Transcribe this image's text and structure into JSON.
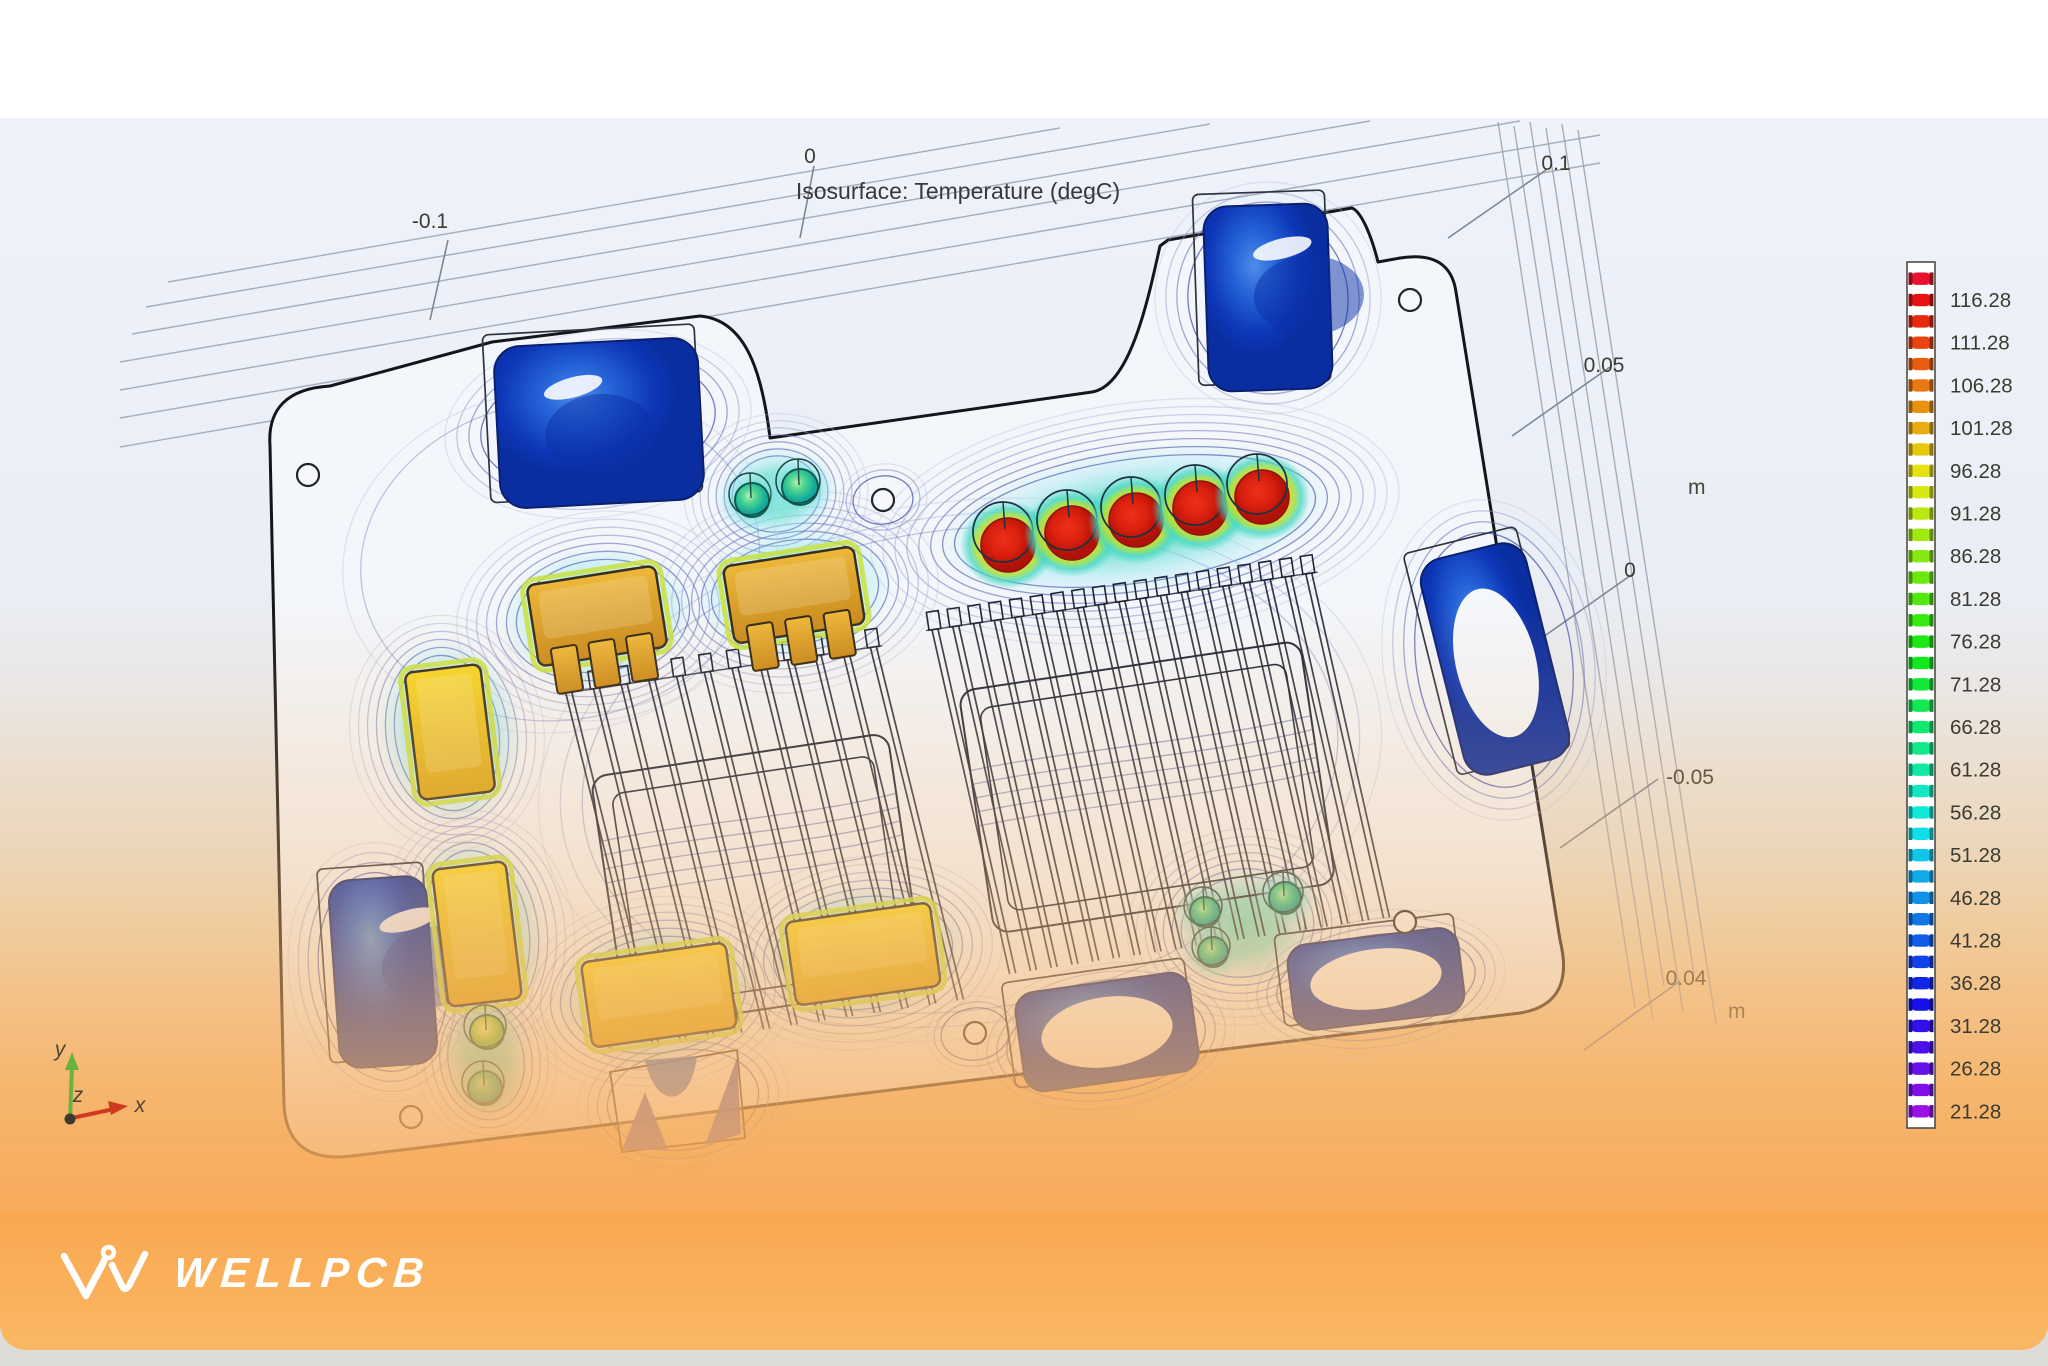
{
  "title": {
    "text": "Isosurface: Temperature (degC)"
  },
  "axes": {
    "top_ticks": [
      "-0.1",
      "0",
      "0.1"
    ],
    "right_ticks": [
      "0.05",
      "0",
      "-0.05"
    ],
    "z_ticks": [
      "0.04"
    ],
    "unit_labels": [
      "m",
      "m"
    ]
  },
  "legend": {
    "labels": [
      "116.28",
      "111.28",
      "106.28",
      "101.28",
      "96.28",
      "91.28",
      "86.28",
      "81.28",
      "76.28",
      "71.28",
      "66.28",
      "61.28",
      "56.28",
      "51.28",
      "46.28",
      "41.28",
      "36.28",
      "31.28",
      "26.28",
      "21.28"
    ],
    "segments": 40,
    "value_min": 21.28,
    "value_max": 116.28,
    "label_step": 5,
    "unit": "degC",
    "position": "right"
  },
  "triad": {
    "x": "x",
    "y": "y",
    "z": "z"
  },
  "footer": {
    "brand": "WELLPCB"
  },
  "colors": {
    "accent_orange": "#f7a751",
    "hot_component": "#d81f0e",
    "cold_component": "#1543c8",
    "component_yellow": "#e7c01f",
    "component_amber": "#dfa32b",
    "contour_blue": "#4f5cab",
    "board_fill": "#f3f6fb",
    "glow_cyan": "#46d8c6",
    "axis_x_arrow": "#cf3a20",
    "axis_y_arrow": "#67b33e"
  },
  "chart_data": {
    "type": "heatmap",
    "plot_kind": "3d-isosurface-temperature-simulation",
    "title": "Isosurface: Temperature (degC)",
    "isosurface_labeled_levels_degC": [
      116.28,
      111.28,
      106.28,
      101.28,
      96.28,
      91.28,
      86.28,
      81.28,
      76.28,
      71.28,
      66.28,
      61.28,
      56.28,
      51.28,
      46.28,
      41.28,
      36.28,
      31.28,
      26.28,
      21.28
    ],
    "n_isosurface_levels": 40,
    "level_spacing_degC": 2.5,
    "temperature_min_degC": 21.28,
    "temperature_max_degC": 116.28,
    "x_axis": {
      "ticks": [
        -0.1,
        0,
        0.1
      ],
      "unit": "m"
    },
    "y_axis": {
      "ticks": [
        0.05,
        0,
        -0.05
      ],
      "unit": "m"
    },
    "z_axis": {
      "ticks": [
        0.04
      ],
      "unit": "m"
    },
    "legend_position": "right",
    "colormap": "rainbow",
    "scene": "PCB thermal simulation: 5 hot red cylinders (~116 degC), yellow/amber hot ICs, teal capacitors, cold blue components (~21 degC), two wireframe finned heatsinks"
  }
}
